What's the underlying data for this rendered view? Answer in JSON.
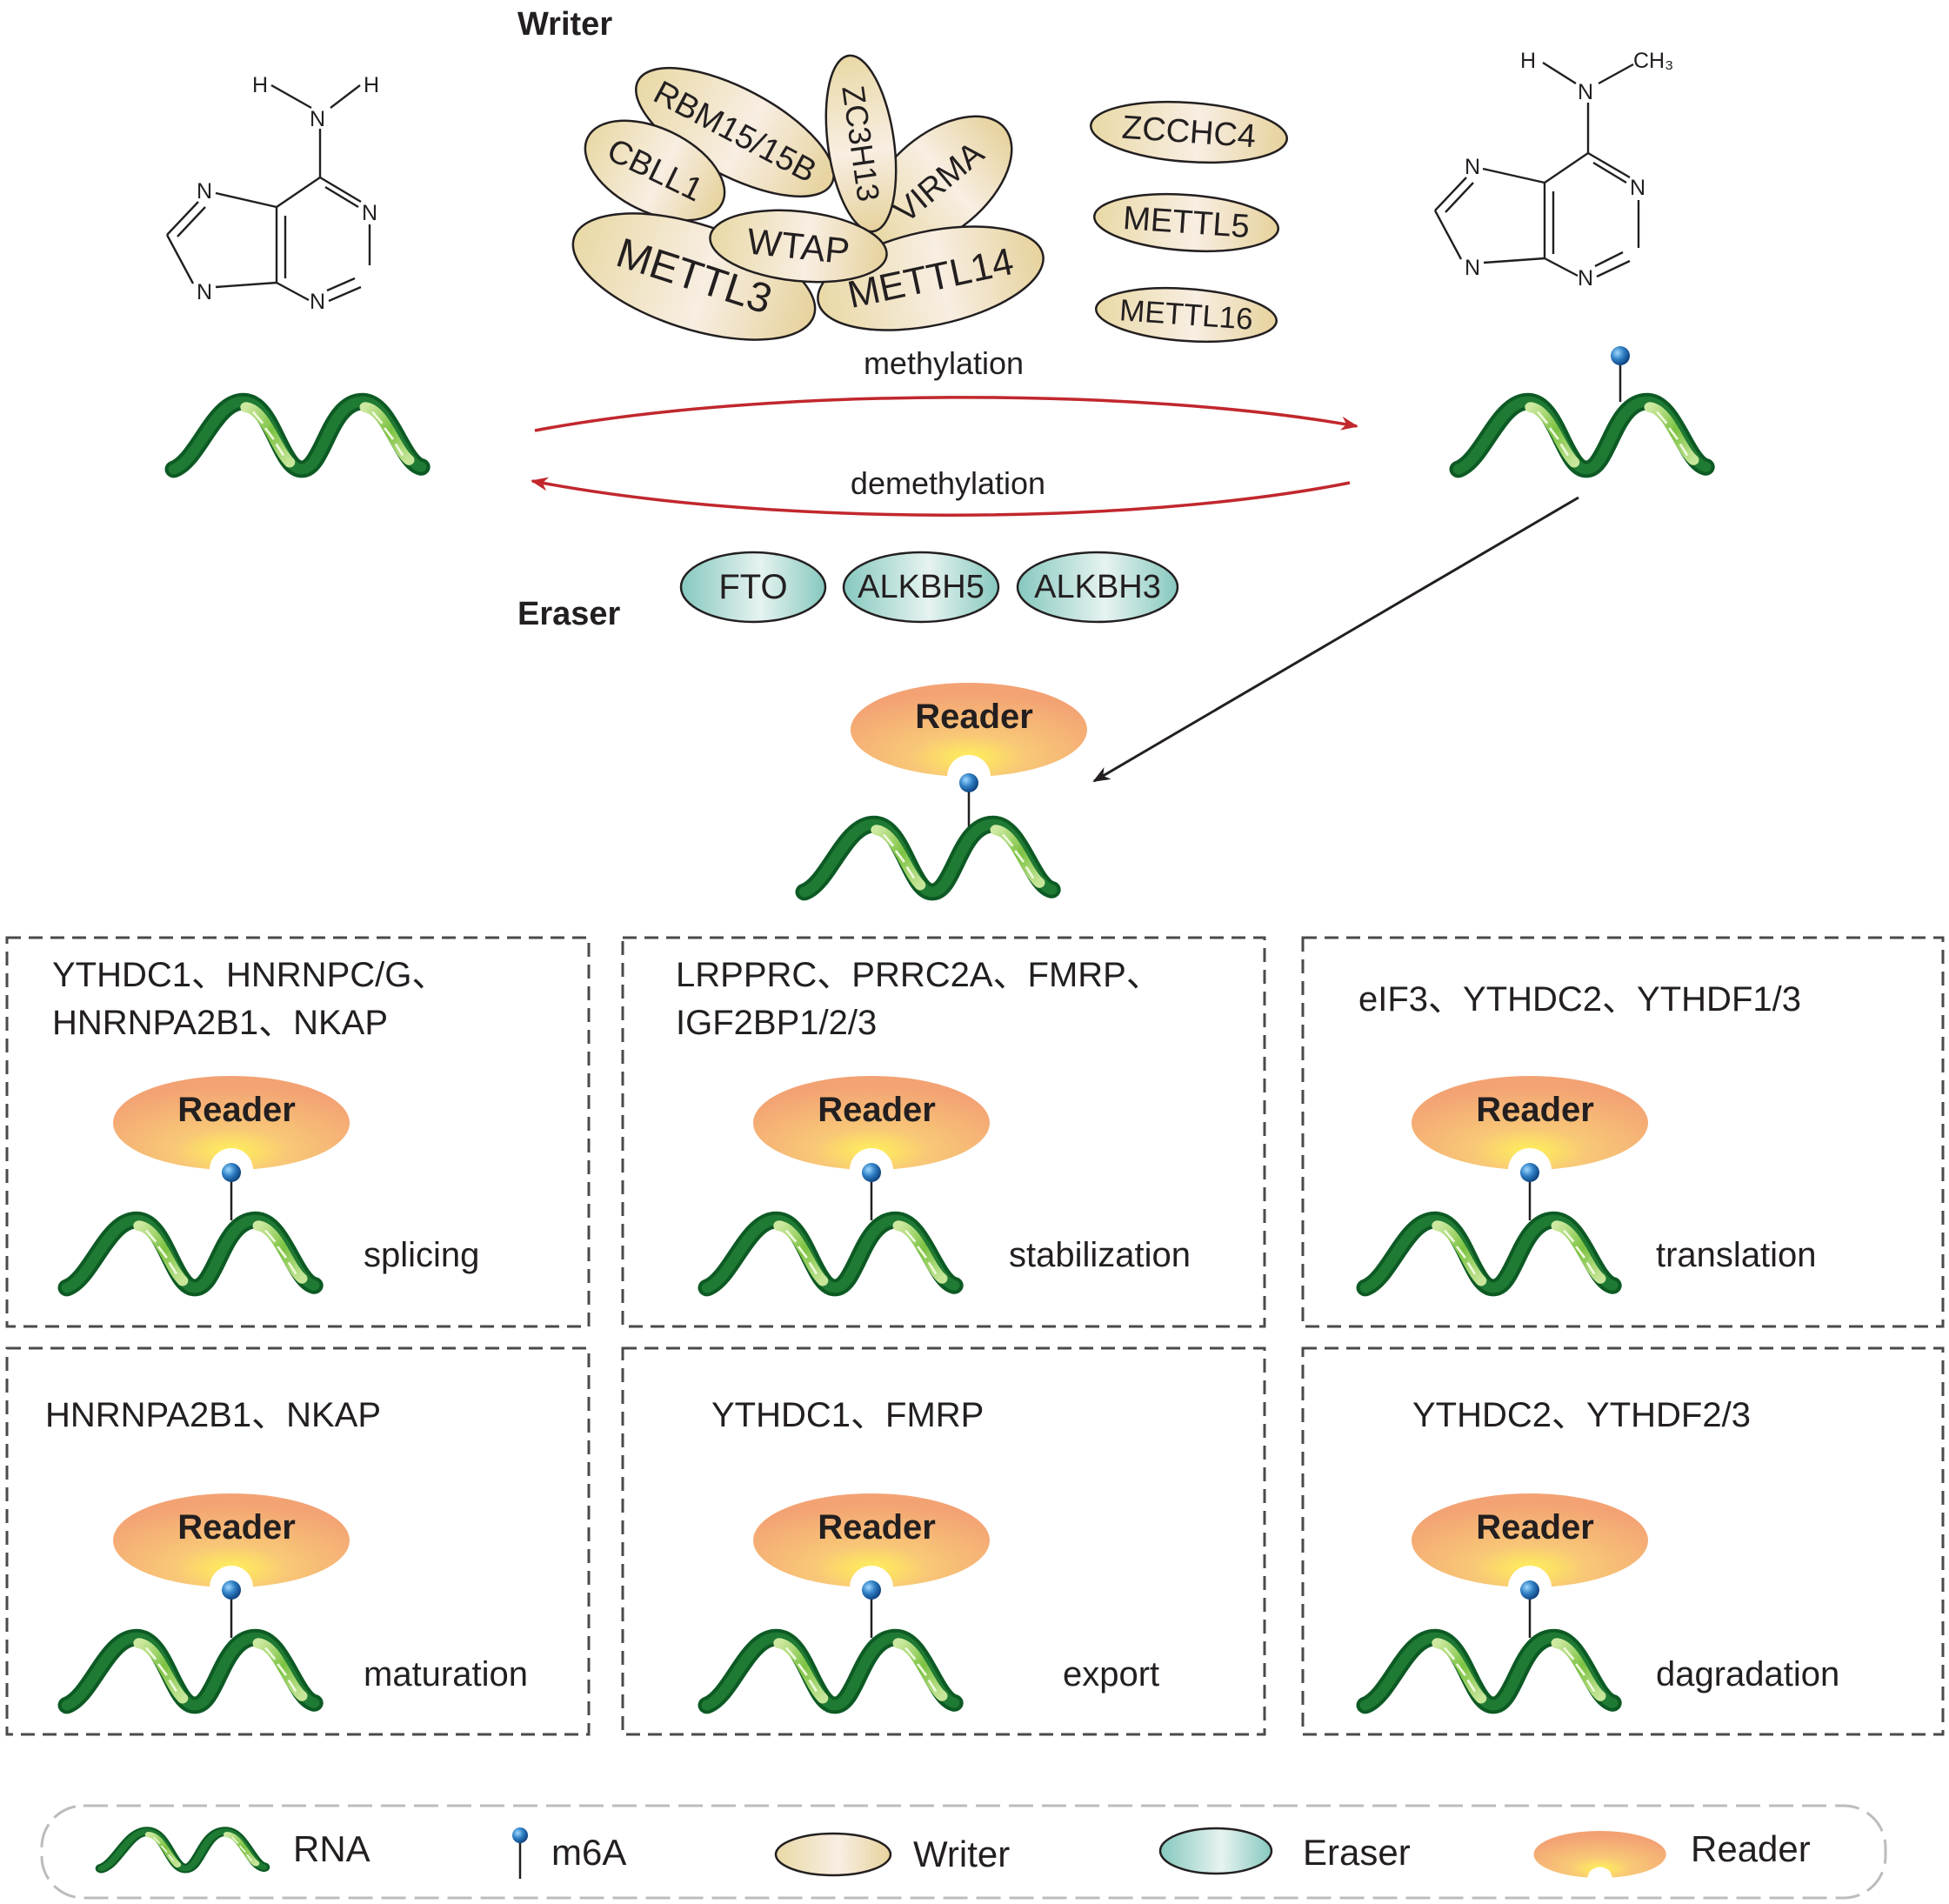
{
  "writer": {
    "title": "Writer",
    "complex": [
      "RBM15/15B",
      "ZC3H13",
      "CBLL1",
      "VIRMA",
      "WTAP",
      "METTL3",
      "METTL14"
    ],
    "standalone": [
      "ZCCHC4",
      "METTL5",
      "METTL16"
    ]
  },
  "eraser": {
    "title": "Eraser",
    "enzymes": [
      "FTO",
      "ALKBH5",
      "ALKBH3"
    ]
  },
  "process": {
    "methylation": "methylation",
    "demethylation": "demethylation"
  },
  "molecules": {
    "left": {
      "atoms": {
        "amino_h1": "H",
        "amino_h2": "H",
        "amino_n": "N",
        "n1": "N",
        "n3": "N",
        "n7": "N",
        "n9": "N"
      }
    },
    "right": {
      "atoms": {
        "amino_h": "H",
        "methyl": "CH₃",
        "amino_n": "N",
        "n1": "N",
        "n3": "N",
        "n7": "N",
        "n9": "N"
      }
    }
  },
  "reader": {
    "label": "Reader"
  },
  "functions": [
    {
      "proteins_line1": "YTHDC1、HNRNPC/G、",
      "proteins_line2": "HNRNPA2B1、NKAP",
      "reader": "Reader",
      "function": "splicing"
    },
    {
      "proteins_line1": "LRPPRC、PRRC2A、FMRP、",
      "proteins_line2": "IGF2BP1/2/3",
      "reader": "Reader",
      "function": "stabilization"
    },
    {
      "proteins_line1": "eIF3、YTHDC2、YTHDF1/3",
      "proteins_line2": "",
      "reader": "Reader",
      "function": "translation"
    },
    {
      "proteins_line1": "HNRNPA2B1、NKAP",
      "proteins_line2": "",
      "reader": "Reader",
      "function": "maturation"
    },
    {
      "proteins_line1": "YTHDC1、FMRP",
      "proteins_line2": "",
      "reader": "Reader",
      "function": "export"
    },
    {
      "proteins_line1": "YTHDC2、YTHDF2/3",
      "proteins_line2": "",
      "reader": "Reader",
      "function": "dagradation"
    }
  ],
  "legend": {
    "rna": "RNA",
    "m6a": "m6A",
    "writer": "Writer",
    "eraser": "Eraser",
    "reader": "Reader"
  },
  "colors": {
    "rna_dark": "#0d5a24",
    "rna_light": "#7cc242",
    "arrow_red": "#c1272d",
    "m6a_blue": "#2f7fc4",
    "writer_fill": "#efe4be",
    "eraser_fill": "#9fd3cb",
    "reader_fill": "#f5a878"
  }
}
